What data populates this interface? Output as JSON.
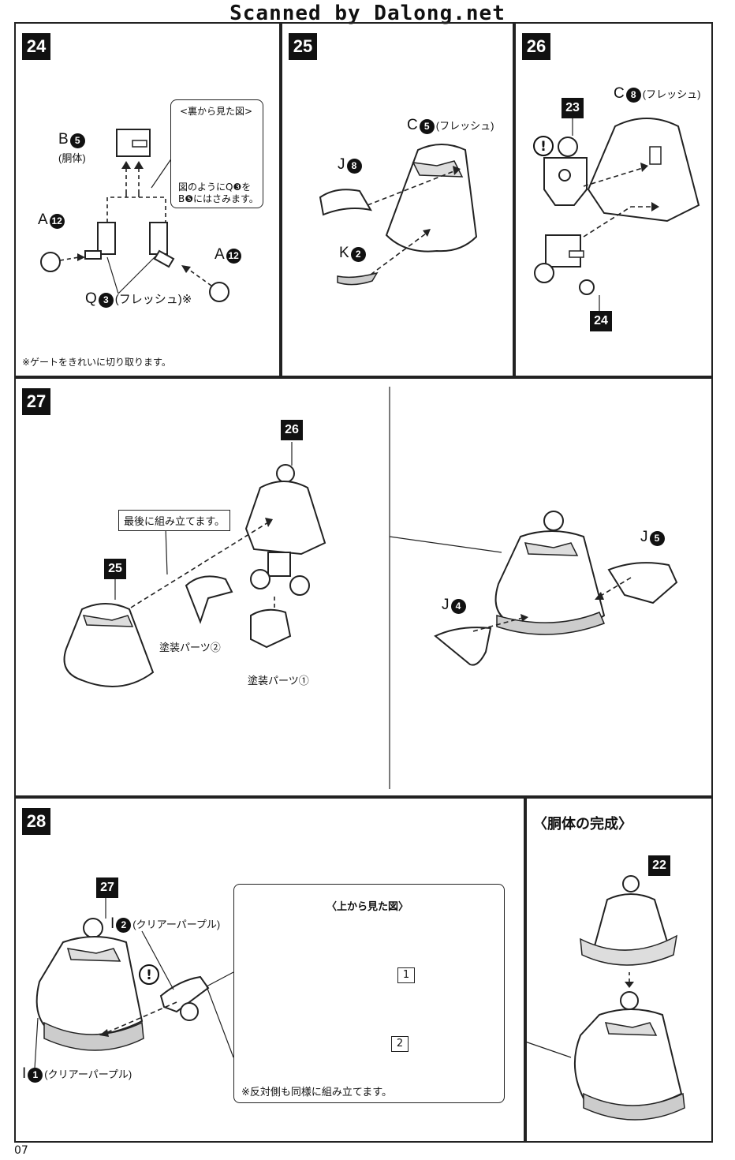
{
  "banner": "Scanned by Dalong.net",
  "page_number": "07",
  "steps": {
    "s24": {
      "number": "24",
      "label_b": "B",
      "label_b_num": "5",
      "label_b_name": "(胴体)",
      "label_a1": "A",
      "label_a1_num": "12",
      "label_a2": "A",
      "label_a2_num": "12",
      "label_q": "Q",
      "label_q_num": "3",
      "label_q_name": "(フレッシュ)※",
      "callout_title": "<裏から見た図>",
      "callout_text_1": "図のようにQ❸を",
      "callout_text_2": "B❺にはさみます。",
      "gate_note": "※ゲートをきれいに切り取ります。"
    },
    "s25": {
      "number": "25",
      "label_c": "C",
      "label_c_num": "5",
      "label_c_name": "(フレッシュ)",
      "label_j": "J",
      "label_j_num": "8",
      "label_k": "K",
      "label_k_num": "2"
    },
    "s26": {
      "number": "26",
      "label_c": "C",
      "label_c_num": "8",
      "label_c_name": "(フレッシュ)",
      "ref_23": "23",
      "ref_24": "24",
      "warn": "!"
    },
    "s27": {
      "number": "27",
      "ref_26": "26",
      "ref_25": "25",
      "assemble_last": "最後に組み立てます。",
      "paint_2": "塗装パーツ②",
      "paint_1": "塗装パーツ①",
      "label_j5": "J",
      "label_j5_num": "5",
      "label_j4": "J",
      "label_j4_num": "4"
    },
    "s28": {
      "number": "28",
      "ref_27": "27",
      "label_i2": "I",
      "label_i2_num": "2",
      "label_i2_name": "(クリアーパープル)",
      "label_i1": "I",
      "label_i1_num": "1",
      "label_i1_name": "(クリアーパープル)",
      "callout_title": "〈上から見た図〉",
      "step_1": "1",
      "step_2": "2",
      "opposite_note": "※反対側も同様に組み立てます。",
      "warn": "!"
    },
    "complete": {
      "title": "〈胴体の完成〉",
      "ref_22": "22"
    }
  }
}
